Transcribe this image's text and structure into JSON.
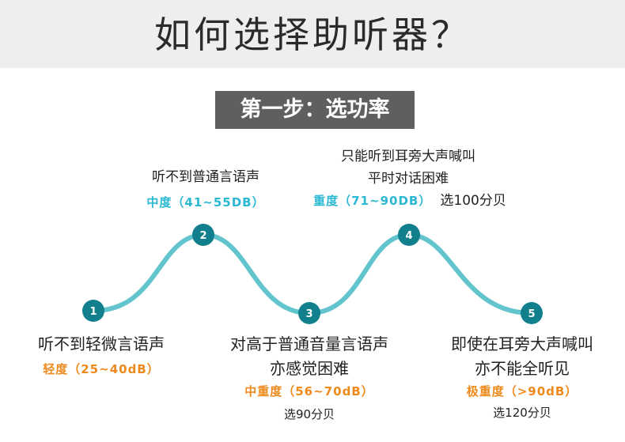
{
  "title": "如何选择助听器？",
  "step_label": "第一步：选功率",
  "colors": {
    "curve": "#62c4cc",
    "dot": "#127f8c",
    "header_bg": "#eeeeef",
    "step_bg": "#5f5f5f",
    "cyan_text": "#2ab8d2",
    "orange_text": "#ee8a1b"
  },
  "points": [
    {
      "number": "1",
      "description": "听不到轻微言语声",
      "description2": "",
      "level": "轻度（25~40dB）",
      "recommendation": ""
    },
    {
      "number": "2",
      "description": "听不到普通言语声",
      "description2": "",
      "level": "中度（41~55DB）",
      "recommendation": ""
    },
    {
      "number": "3",
      "description": "对高于普通音量言语声",
      "description2": "亦感觉困难",
      "level": "中重度（56~70dB）",
      "recommendation": "选90分贝"
    },
    {
      "number": "4",
      "description": "只能听到耳旁大声喊叫",
      "description2": "平时对话困难",
      "level": "重度（71~90DB）",
      "recommendation": "选100分贝"
    },
    {
      "number": "5",
      "description": "即使在耳旁大声喊叫",
      "description2": "亦不能全听见",
      "level": "极重度（>90dB）",
      "recommendation": "选120分贝"
    }
  ]
}
